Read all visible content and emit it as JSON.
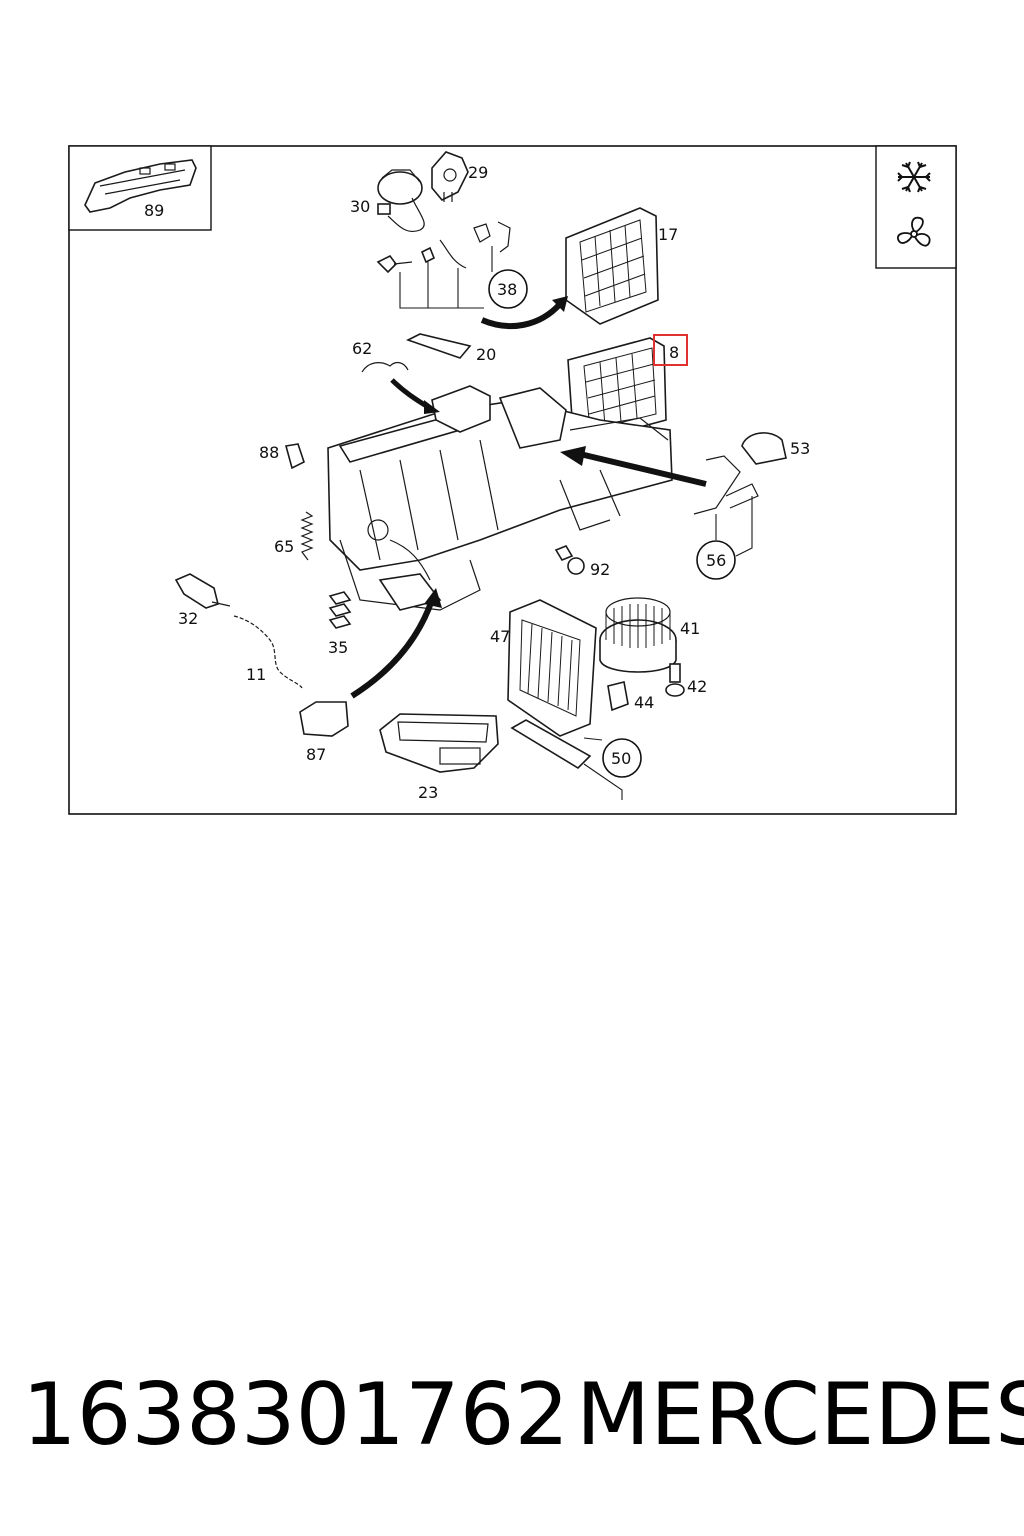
{
  "diagram": {
    "callouts": [
      "89",
      "29",
      "30",
      "17",
      "38",
      "62",
      "20",
      "8",
      "88",
      "53",
      "65",
      "56",
      "92",
      "32",
      "41",
      "47",
      "35",
      "11",
      "42",
      "44",
      "87",
      "50",
      "23"
    ],
    "icons": [
      "snowflake-icon",
      "fan-icon"
    ]
  },
  "footer": {
    "part_number": "1638301762",
    "brand": "MERCEDES"
  }
}
